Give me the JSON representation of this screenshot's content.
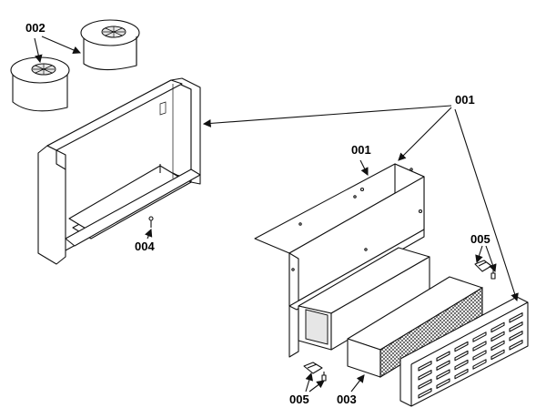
{
  "callouts": {
    "c002": "002",
    "c001_right": "001",
    "c001_mid": "001",
    "c004": "004",
    "c005_right": "005",
    "c005_bottom": "005",
    "c003": "003"
  },
  "colors": {
    "line": "#111111",
    "background": "#ffffff"
  }
}
